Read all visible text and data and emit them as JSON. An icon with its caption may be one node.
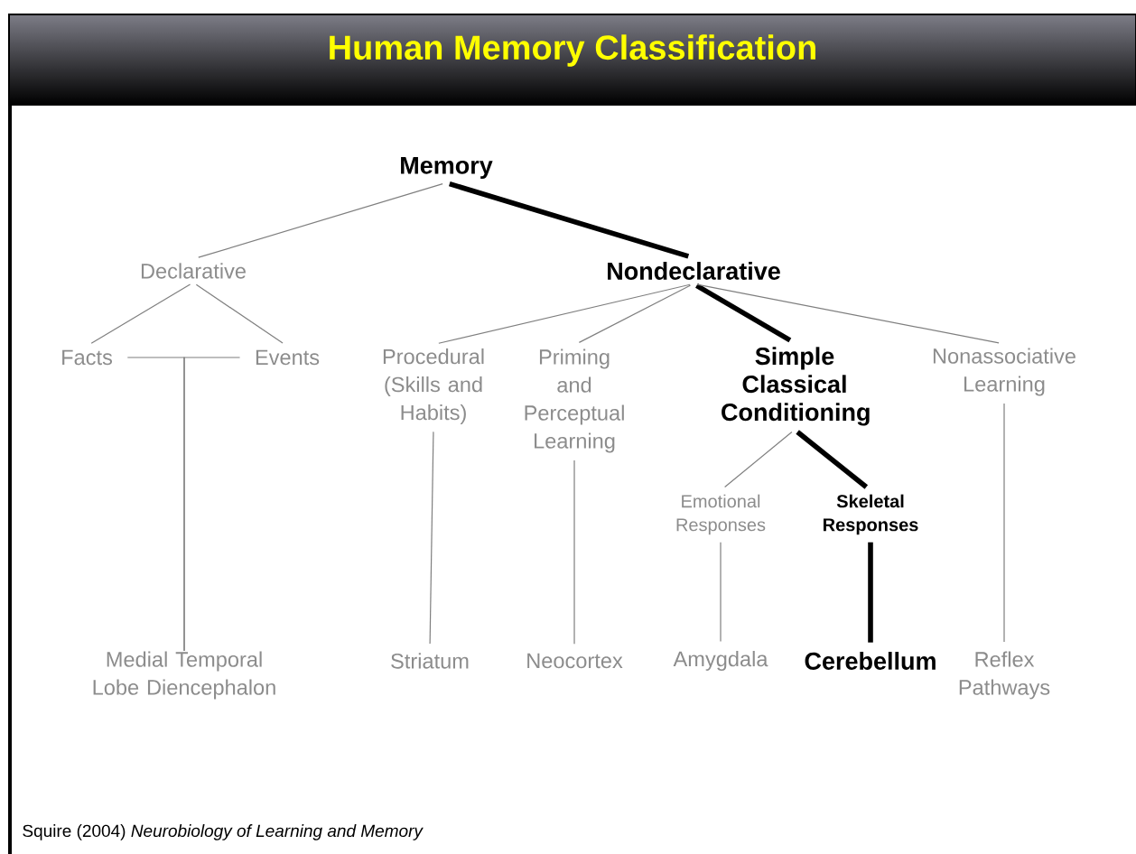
{
  "diagram": {
    "title": "Human Memory Classification",
    "caption": "Squire (2004) *Neurobiology of Learning and Memory*",
    "nodes": [
      {
        "text": [
          "Memory"
        ]
      },
      {
        "text": [
          "Declarative"
        ]
      },
      {
        "text": [
          "Nondeclarative"
        ]
      },
      {
        "text": [
          "Facts"
        ]
      },
      {
        "text": [
          "Events"
        ]
      },
      {
        "text": [
          "Procedural (Skills and Habits)"
        ]
      },
      {
        "text": [
          "Priming and Perceptual Learning"
        ]
      },
      {
        "text": [
          "Simple Classical Conditioning"
        ]
      },
      {
        "text": [
          "Nonassociative Learning"
        ]
      },
      {
        "text": [
          "Emotional Responses"
        ]
      },
      {
        "text": [
          "Skeletal Responses"
        ]
      },
      {
        "text": [
          "Medial Temporal Lobe Diencephalon"
        ]
      },
      {
        "text": [
          "Striatum"
        ]
      },
      {
        "text": [
          "Neocortex"
        ]
      },
      {
        "text": [
          "Amygdala"
        ]
      },
      {
        "text": [
          "Cerebellum"
        ]
      },
      {
        "text": [
          "Reflex Pathways"
        ]
      }
    ],
    "edges": [
      {
        "from": 0,
        "to": 1,
        "arrow": "none"
      },
      {
        "from": 0,
        "to": 2,
        "arrow": "none",
        "style": "thick",
        "color": "#000000"
      },
      {
        "from": 1,
        "to": 3,
        "arrow": "none"
      },
      {
        "from": 1,
        "to": 4,
        "arrow": "none"
      },
      {
        "from": 3,
        "to": 11,
        "arrow": "none"
      },
      {
        "from": 4,
        "to": 11,
        "arrow": "none"
      },
      {
        "from": 2,
        "to": 5,
        "arrow": "none"
      },
      {
        "from": 2,
        "to": 6,
        "arrow": "none"
      },
      {
        "from": 2,
        "to": 7,
        "arrow": "none",
        "style": "thick",
        "color": "#000000"
      },
      {
        "from": 2,
        "to": 8,
        "arrow": "none"
      },
      {
        "from": 7,
        "to": 9,
        "arrow": "none"
      },
      {
        "from": 7,
        "to": 10,
        "arrow": "none",
        "style": "thick",
        "color": "#000000"
      },
      {
        "from": 5,
        "to": 12,
        "arrow": "none"
      },
      {
        "from": 6,
        "to": 13,
        "arrow": "none"
      },
      {
        "from": 9,
        "to": 14,
        "arrow": "none"
      },
      {
        "from": 10,
        "to": 15,
        "arrow": "none",
        "style": "thick",
        "color": "#000000"
      },
      {
        "from": 8,
        "to": 16,
        "arrow": "none"
      }
    ]
  }
}
